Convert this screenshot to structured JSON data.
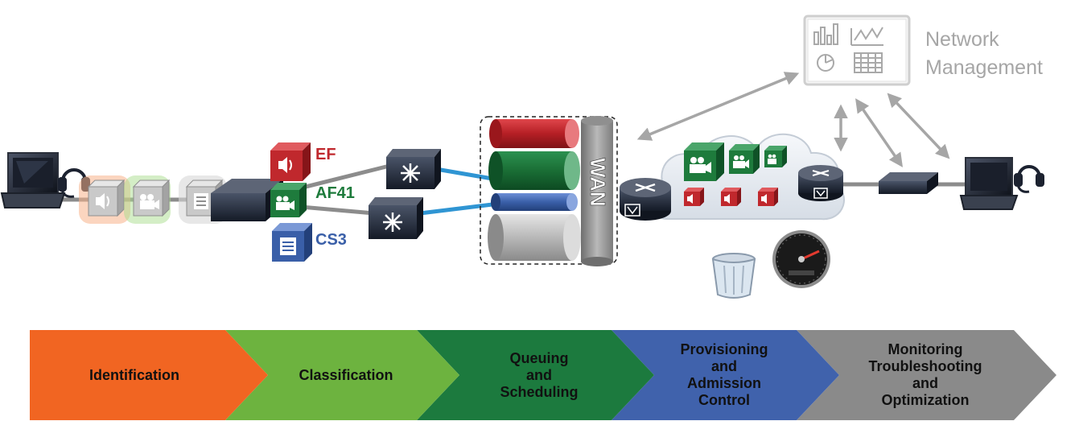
{
  "colors": {
    "ef": "#c0282d",
    "af41": "#1e7b3c",
    "cs3": "#3a5fa8",
    "identification": "#f16522",
    "classification": "#6db33f",
    "queuing": "#1c7a3e",
    "provisioning": "#4062ac",
    "monitoring": "#8a8a8a",
    "wan_link": "#2f95d3",
    "arrow_gray": "#a6a6a6"
  },
  "markings": {
    "ef": "EF",
    "af41": "AF41",
    "cs3": "CS3"
  },
  "wan_label": "WAN",
  "network_management": {
    "line1": "Network",
    "line2": "Management"
  },
  "stages": [
    {
      "lines": [
        "Identification"
      ]
    },
    {
      "lines": [
        "Classification"
      ]
    },
    {
      "lines": [
        "Queuing",
        "and",
        "Scheduling"
      ]
    },
    {
      "lines": [
        "Provisioning",
        "and",
        "Admission",
        "Control"
      ]
    },
    {
      "lines": [
        "Monitoring",
        "Troubleshooting",
        "and",
        "Optimization"
      ]
    }
  ],
  "icons": [
    "laptop-icon",
    "headset-icon",
    "voice-packet-icon",
    "video-packet-icon",
    "data-packet-icon",
    "switch-icon",
    "router-icon",
    "cloud-icon",
    "trash-icon",
    "gauge-icon",
    "dashboard-icon"
  ]
}
